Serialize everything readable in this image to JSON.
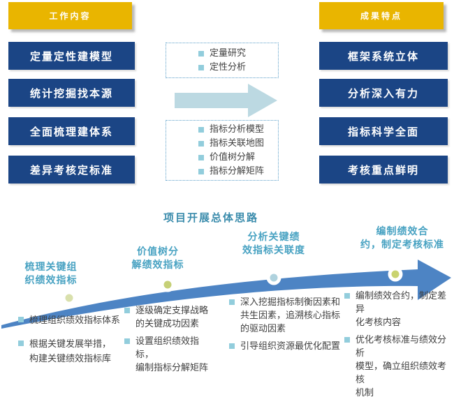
{
  "colors": {
    "header_gold": "#e9b500",
    "box_navy": "#1b4585",
    "dashed_border_blue": "#5b9fc9",
    "mid_arrow_blue": "#bcd9e2",
    "bullet_square_blue": "#92cddc",
    "timeline_arrow_blue": "#4d84c4",
    "stage_label_teal": "#48a2c2",
    "title_teal": "#3b8cac",
    "body_text": "#3f3f3f",
    "milestone_dot_1": "#d9e0ac",
    "milestone_dot_2": "#c6d077",
    "milestone_dot_3": "#afd2de",
    "milestone_dot_4": "#c9d36f"
  },
  "top": {
    "left": {
      "header": "工作内容",
      "boxes": [
        "定量定性建模型",
        "统计挖掘找本源",
        "全面梳理建体系",
        "差异考核定标准"
      ]
    },
    "middle": {
      "box1_items": [
        "定量研究",
        "定性分析"
      ],
      "box2_items": [
        "指标分析模型",
        "指标关联地图",
        "价值树分解",
        "指标分解矩阵"
      ]
    },
    "right": {
      "header": "成果特点",
      "boxes": [
        "框架系统立体",
        "分析深入有力",
        "指标科学全面",
        "考核重点鲜明"
      ]
    }
  },
  "bottom": {
    "title": "项目开展总体思路",
    "stages": [
      {
        "line1": "梳理关键组",
        "line2": "织绩效指标"
      },
      {
        "line1": "价值树分",
        "line2": "解绩效指标"
      },
      {
        "line1": "分析关键绩",
        "line2": "效指标关联度"
      },
      {
        "line1": "编制绩效合",
        "line2": "约，制定考核标准"
      }
    ],
    "columns": [
      {
        "items": [
          "梳理组织绩效指标体系",
          "根据关键发展举措，\n构建关键绩效指标库"
        ]
      },
      {
        "items": [
          "逐级确定支撑战略\n的关键成功因素",
          "设置组织绩效指标，\n编制指标分解矩阵"
        ]
      },
      {
        "items": [
          "深入挖掘指标制衡因素和\n共生因素，追溯核心指标\n的驱动因素",
          "引导组织资源最优化配置"
        ]
      },
      {
        "items": [
          "编制绩效合约，制定差异\n化考核内容",
          "优化考核标准与绩效分析\n模型，确立组织绩效考核\n机制"
        ]
      }
    ]
  }
}
